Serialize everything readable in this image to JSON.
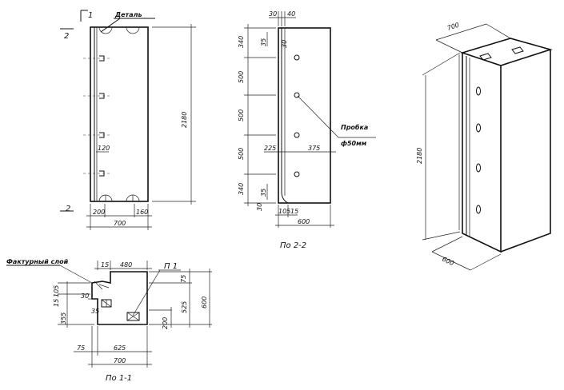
{
  "labels": {
    "detail": "Деталь",
    "section_mark_1": "1",
    "section_mark_2": "2",
    "probka_line1": "Пробка",
    "probka_line2": "ф50мм",
    "section_2_2": "По 2-2",
    "section_1_1": "По 1-1",
    "facing_layer": "Фактурный слой",
    "p1": "П 1"
  },
  "front_view": {
    "height": "2180",
    "left_dim": "200",
    "right_dim": "160",
    "total_width": "700",
    "loop_dim": "120"
  },
  "side_view": {
    "top_a": "30",
    "top_b": "40",
    "top_c": "30",
    "dim_35_top": "35",
    "h_340_top": "340",
    "h_500_a": "500",
    "h_500_b": "500",
    "h_500_c": "500",
    "h_340_bot": "340",
    "dim_35_bot": "35",
    "dim_30_bot": "30",
    "dim_225": "225",
    "dim_375": "375",
    "bot_105": "105",
    "bot_15": "15",
    "total_width": "600"
  },
  "iso_view": {
    "height": "2180",
    "top_width": "700",
    "depth": "600"
  },
  "plan_view": {
    "dim_15": "15",
    "dim_480": "480",
    "dim_75_top": "75",
    "dim_105": "105",
    "dim_15_left": "15",
    "dim_30": "30",
    "dim_35": "35",
    "dim_355": "355",
    "dim_200": "200",
    "dim_525": "525",
    "dim_600": "600",
    "dim_75_bot": "75",
    "dim_625": "625",
    "dim_700": "700"
  }
}
